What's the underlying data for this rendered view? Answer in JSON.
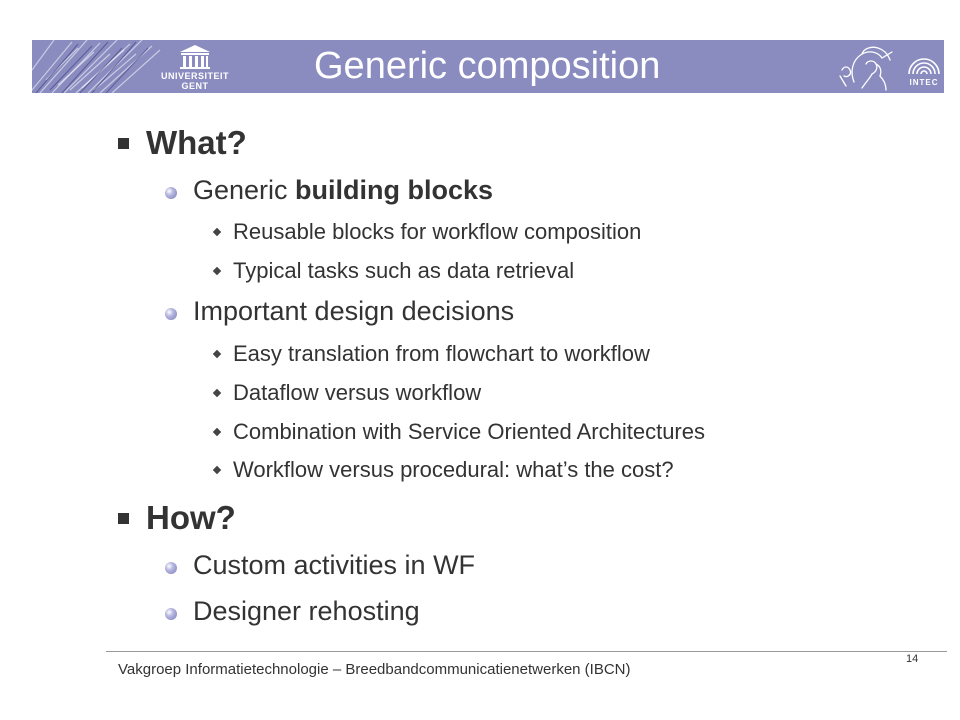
{
  "slide": {
    "title": "Generic composition",
    "logo_left": {
      "line1": "UNIVERSITEIT",
      "line2": "GENT"
    },
    "logo_right": {
      "text": "INTEC",
      "icon": "athena-icon"
    },
    "items": [
      {
        "level": 1,
        "text": "What?"
      },
      {
        "level": 2,
        "text_pre": "Generic ",
        "text_bold": "building blocks"
      },
      {
        "level": 3,
        "text": "Reusable blocks for workflow composition"
      },
      {
        "level": 3,
        "text": "Typical tasks such as data retrieval"
      },
      {
        "level": 2,
        "text": "Important design decisions"
      },
      {
        "level": 3,
        "text": "Easy translation from flowchart to workflow"
      },
      {
        "level": 3,
        "text": "Dataflow versus workflow"
      },
      {
        "level": 3,
        "text": "Combination with Service Oriented Architectures"
      },
      {
        "level": 3,
        "text": "Workflow versus procedural: what’s the cost?"
      },
      {
        "level": 1,
        "text": "How?"
      },
      {
        "level": 2,
        "text": "Custom activities in WF"
      },
      {
        "level": 2,
        "text": "Designer rehosting"
      }
    ],
    "footer": "Vakgroep Informatietechnologie – Breedbandcommunicatienetwerken (IBCN)",
    "page_number": "14"
  }
}
